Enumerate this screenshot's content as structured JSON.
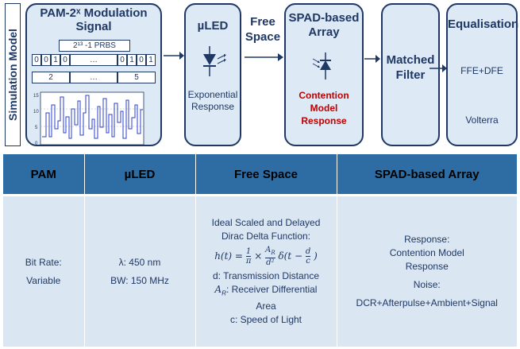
{
  "side_label": "Simulation Model",
  "blocks": {
    "pam": {
      "title_line1": "PAM-2ˣ Modulation",
      "title_line2": "Signal",
      "prbs": "2¹³ -1 PRBS",
      "bits_left": [
        "0",
        "0",
        "1",
        "0"
      ],
      "bits_ellipsis": "…",
      "bits_right": [
        "0",
        "1",
        "0",
        "1"
      ],
      "sym_left": "2",
      "sym_mid": "…",
      "sym_right": "5",
      "plot_yticks": [
        "15",
        "10",
        "5",
        "0"
      ]
    },
    "uled": {
      "title": "µLED",
      "line1": "Exponential",
      "line2": "Response"
    },
    "free_space": {
      "line1": "Free",
      "line2": "Space"
    },
    "spad": {
      "title_line1": "SPAD-based",
      "title_line2": "Array",
      "line1": "Contention",
      "line2": "Model",
      "line3": "Response"
    },
    "matched": {
      "line1": "Matched",
      "line2": "Filter"
    },
    "eq": {
      "title": "Equalisation",
      "line1": "FFE+DFE",
      "line2": "Volterra"
    }
  },
  "table": {
    "headers": [
      "PAM",
      "µLED",
      "Free Space",
      "SPAD-based Array"
    ],
    "pam": {
      "line1": "Bit Rate:",
      "line2": "Variable"
    },
    "uled": {
      "line1": "λ: 450 nm",
      "line2": "BW: 150 MHz"
    },
    "free": {
      "line1": "Ideal Scaled and Delayed",
      "line2": "Dirac Delta Function:",
      "f_lhs": "h(t) =",
      "f_1": "1",
      "f_pi": "π",
      "f_x": "×",
      "f_ar": "A",
      "f_ar_sub": "R",
      "f_d2": "d²",
      "f_delta": "δ(t −",
      "f_d": "d",
      "f_c": "c",
      "f_close": ")",
      "line3": "d: Transmission Distance",
      "line4_var": "A",
      "line4_sub": "R",
      "line4": ": Receiver Differential",
      "line5": "Area",
      "line6": "c: Speed of Light"
    },
    "spad": {
      "line1": "Response:",
      "line2": "Contention Model",
      "line3": "Response",
      "line4": "Noise:",
      "line5": "DCR+Afterpulse+Ambient+Signal"
    }
  },
  "colors": {
    "navy": "#1f3864",
    "block_fill": "#dde9f5",
    "header": "#2e6da4",
    "cell": "#dbe6f3",
    "red": "#c00000",
    "plot_blue": "#2b3fd1"
  }
}
